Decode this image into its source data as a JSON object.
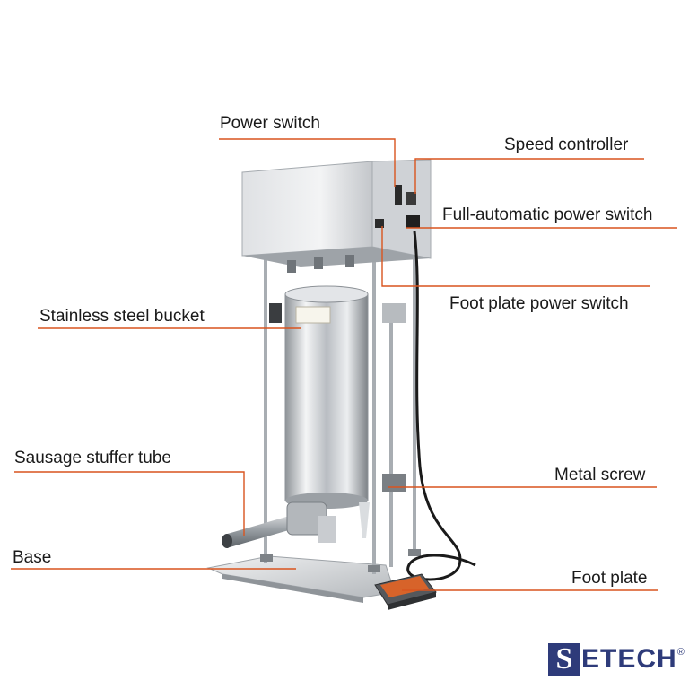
{
  "labels": {
    "power_switch": "Power switch",
    "speed_controller": "Speed controller",
    "full_auto_switch": "Full-automatic power switch",
    "foot_plate_switch": "Foot plate power switch",
    "bucket": "Stainless steel bucket",
    "stuffer_tube": "Sausage stuffer tube",
    "metal_screw": "Metal screw",
    "base": "Base",
    "foot_plate": "Foot plate"
  },
  "logo": {
    "initial": "S",
    "rest": "ETECH",
    "registered": "®"
  },
  "colors": {
    "leader_line": "#d9541e",
    "logo": "#2e3b7a",
    "steel": "#c9ccd0"
  }
}
